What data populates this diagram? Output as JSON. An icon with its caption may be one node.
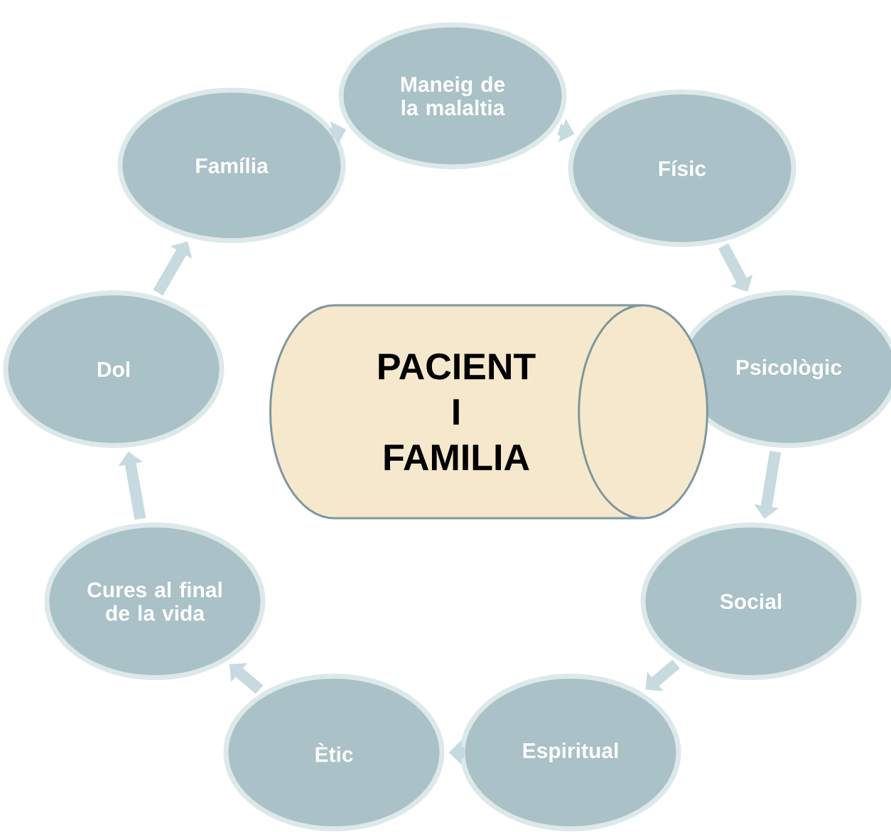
{
  "diagram": {
    "nodes": [
      {
        "text": [
          "Maneig de la malaltia"
        ]
      },
      {
        "text": [
          "Físic"
        ]
      },
      {
        "text": [
          "Psicològic"
        ]
      },
      {
        "text": [
          "Social"
        ]
      },
      {
        "text": [
          "Espiritual"
        ]
      },
      {
        "text": [
          "Ètic"
        ]
      },
      {
        "text": [
          "Cures al final de la vida"
        ]
      },
      {
        "text": [
          "Dol"
        ]
      },
      {
        "text": [
          "Família"
        ]
      },
      {
        "text": [
          "PACIENT I FAMILIA"
        ]
      }
    ],
    "edges": [
      {
        "from": 0,
        "to": 1,
        "arrow": "to"
      },
      {
        "from": 1,
        "to": 2,
        "arrow": "to"
      },
      {
        "from": 2,
        "to": 3,
        "arrow": "to"
      },
      {
        "from": 3,
        "to": 4,
        "arrow": "to"
      },
      {
        "from": 4,
        "to": 5,
        "arrow": "to"
      },
      {
        "from": 5,
        "to": 6,
        "arrow": "to"
      },
      {
        "from": 6,
        "to": 7,
        "arrow": "to"
      },
      {
        "from": 7,
        "to": 8,
        "arrow": "to"
      },
      {
        "from": 8,
        "to": 0,
        "arrow": "to"
      }
    ]
  }
}
